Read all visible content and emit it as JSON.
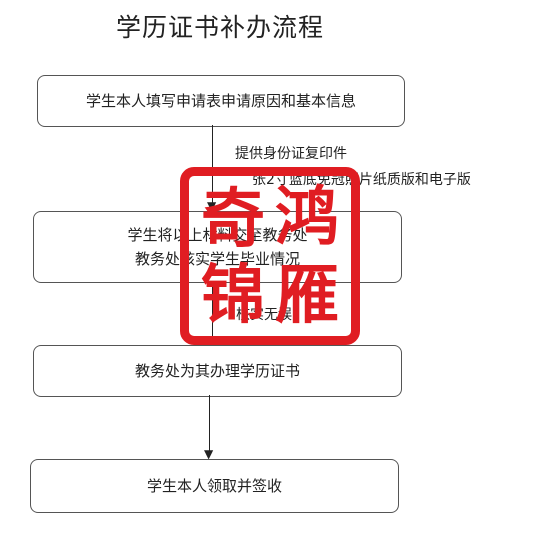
{
  "title": "学历证书补办流程",
  "steps": [
    {
      "line1": "学生本人填写申请表申请原因和基本信息",
      "line2": ""
    },
    {
      "line1": "学生将以上材料交至教务处",
      "line2": "教务处核实学生毕业情况"
    },
    {
      "line1": "教务处为其办理学历证书",
      "line2": ""
    },
    {
      "line1": "学生本人领取并签收",
      "line2": ""
    }
  ],
  "annotations": {
    "a1": "提供身份证复印件",
    "a2": "张2寸蓝底免冠照片纸质版和电子版",
    "a3": "核实无误"
  },
  "stamp": {
    "chars": [
      "奇",
      "鸿",
      "锦",
      "雁"
    ],
    "color": "#e01d22"
  }
}
